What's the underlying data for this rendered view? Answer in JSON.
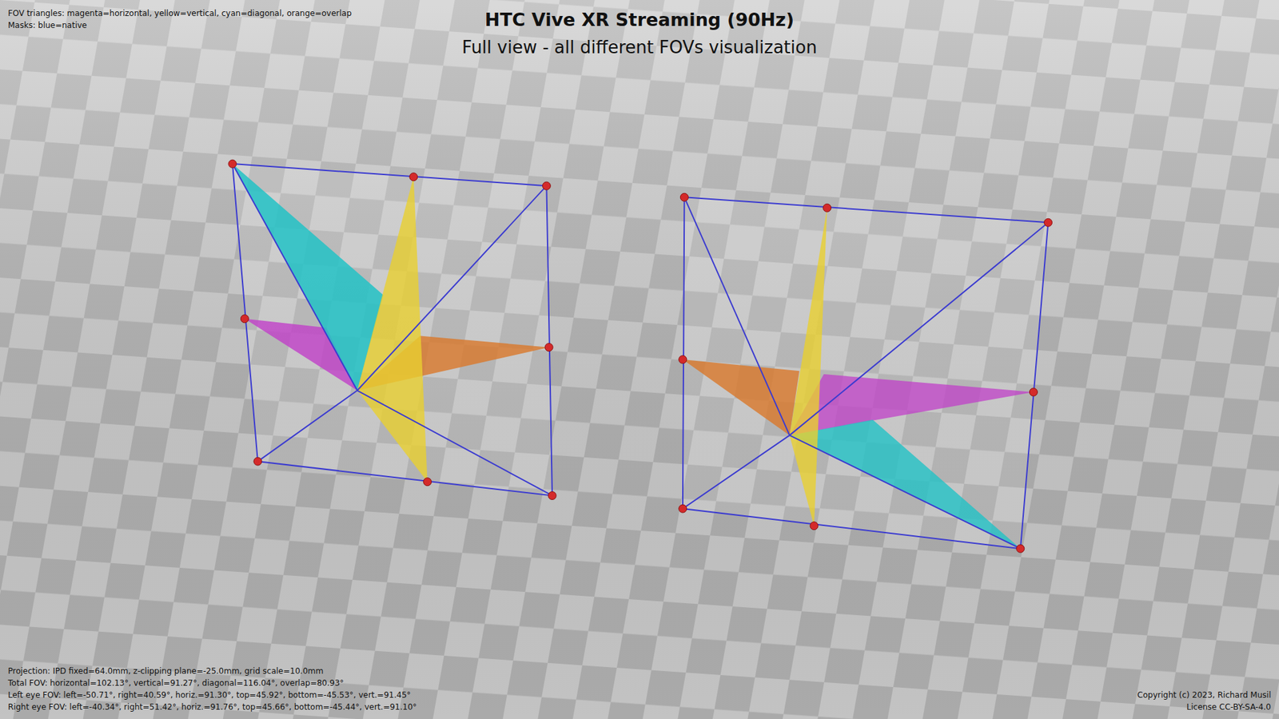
{
  "diagram": {
    "title": "HTC Vive XR Streaming (90Hz)",
    "caption": "Full view - all different FOVs visualization",
    "labels": [
      "FOV triangles: magenta=horizontal, yellow=vertical, cyan=diagonal, orange=overlap",
      "Masks: blue=native",
      "Projection: IPD fixed=64.0mm, z-clipping plane=-25.0mm, grid scale=10.0mm",
      "Total FOV: horizontal=102.13°, vertical=91.27°, diagonal=116.04°, overlap=80.93°",
      "Left eye FOV: left=-50.71°, right=40.59°, horiz.=91.30°, top=45.92°, bottom=-45.53°, vert.=91.45°",
      "Right eye FOV: left=-40.34°, right=51.42°, horiz.=91.76°, top=45.66°, bottom=-45.44°, vert.=91.10°",
      "Copyright (c) 2023, Richard Musil",
      "License CC-BY-SA-4.0"
    ]
  }
}
